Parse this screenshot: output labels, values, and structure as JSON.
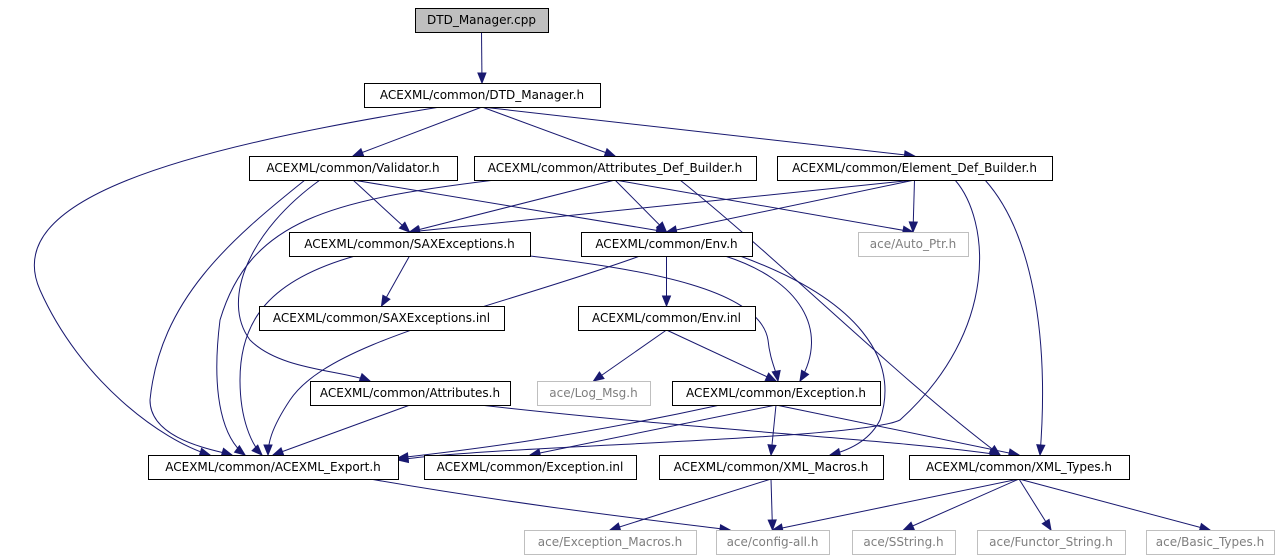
{
  "diagram": {
    "type": "include-dependency-graph",
    "nodes": [
      {
        "id": "dtd_cpp",
        "label": "DTD_Manager.cpp",
        "kind": "root"
      },
      {
        "id": "dtd_h",
        "label": "ACEXML/common/DTD_Manager.h",
        "kind": "normal"
      },
      {
        "id": "validator",
        "label": "ACEXML/common/Validator.h",
        "kind": "normal"
      },
      {
        "id": "attr_def",
        "label": "ACEXML/common/Attributes_Def_Builder.h",
        "kind": "normal"
      },
      {
        "id": "elem_def",
        "label": "ACEXML/common/Element_Def_Builder.h",
        "kind": "normal"
      },
      {
        "id": "saxexc_h",
        "label": "ACEXML/common/SAXExceptions.h",
        "kind": "normal"
      },
      {
        "id": "env_h",
        "label": "ACEXML/common/Env.h",
        "kind": "normal"
      },
      {
        "id": "autoptr",
        "label": "ace/Auto_Ptr.h",
        "kind": "external"
      },
      {
        "id": "saxexc_inl",
        "label": "ACEXML/common/SAXExceptions.inl",
        "kind": "normal"
      },
      {
        "id": "env_inl",
        "label": "ACEXML/common/Env.inl",
        "kind": "normal"
      },
      {
        "id": "attributes",
        "label": "ACEXML/common/Attributes.h",
        "kind": "normal"
      },
      {
        "id": "logmsg",
        "label": "ace/Log_Msg.h",
        "kind": "external"
      },
      {
        "id": "exc_h",
        "label": "ACEXML/common/Exception.h",
        "kind": "normal"
      },
      {
        "id": "export",
        "label": "ACEXML/common/ACEXML_Export.h",
        "kind": "normal"
      },
      {
        "id": "exc_inl",
        "label": "ACEXML/common/Exception.inl",
        "kind": "normal"
      },
      {
        "id": "xmlmacros",
        "label": "ACEXML/common/XML_Macros.h",
        "kind": "normal"
      },
      {
        "id": "xmltypes",
        "label": "ACEXML/common/XML_Types.h",
        "kind": "normal"
      },
      {
        "id": "excmacros",
        "label": "ace/Exception_Macros.h",
        "kind": "external"
      },
      {
        "id": "configall",
        "label": "ace/config-all.h",
        "kind": "external"
      },
      {
        "id": "sstring",
        "label": "ace/SString.h",
        "kind": "external"
      },
      {
        "id": "functor",
        "label": "ace/Functor_String.h",
        "kind": "external"
      },
      {
        "id": "basictypes",
        "label": "ace/Basic_Types.h",
        "kind": "external"
      }
    ],
    "edges": [
      {
        "from": "dtd_cpp",
        "to": "dtd_h"
      },
      {
        "from": "dtd_h",
        "to": "validator"
      },
      {
        "from": "dtd_h",
        "to": "attr_def"
      },
      {
        "from": "dtd_h",
        "to": "elem_def"
      },
      {
        "from": "dtd_h",
        "to": "export"
      },
      {
        "from": "validator",
        "to": "saxexc_h"
      },
      {
        "from": "validator",
        "to": "env_h"
      },
      {
        "from": "validator",
        "to": "attributes"
      },
      {
        "from": "validator",
        "to": "export"
      },
      {
        "from": "attr_def",
        "to": "saxexc_h"
      },
      {
        "from": "attr_def",
        "to": "env_h"
      },
      {
        "from": "attr_def",
        "to": "autoptr"
      },
      {
        "from": "attr_def",
        "to": "xmltypes"
      },
      {
        "from": "attr_def",
        "to": "export"
      },
      {
        "from": "elem_def",
        "to": "saxexc_h"
      },
      {
        "from": "elem_def",
        "to": "env_h"
      },
      {
        "from": "elem_def",
        "to": "autoptr"
      },
      {
        "from": "elem_def",
        "to": "xmltypes"
      },
      {
        "from": "elem_def",
        "to": "export"
      },
      {
        "from": "saxexc_h",
        "to": "saxexc_inl"
      },
      {
        "from": "saxexc_h",
        "to": "exc_h"
      },
      {
        "from": "saxexc_h",
        "to": "export"
      },
      {
        "from": "env_h",
        "to": "env_inl"
      },
      {
        "from": "env_h",
        "to": "exc_h"
      },
      {
        "from": "env_h",
        "to": "xmlmacros"
      },
      {
        "from": "env_h",
        "to": "export"
      },
      {
        "from": "env_inl",
        "to": "logmsg"
      },
      {
        "from": "env_inl",
        "to": "exc_h"
      },
      {
        "from": "attributes",
        "to": "export"
      },
      {
        "from": "attributes",
        "to": "xmltypes"
      },
      {
        "from": "exc_h",
        "to": "export"
      },
      {
        "from": "exc_h",
        "to": "exc_inl"
      },
      {
        "from": "exc_h",
        "to": "xmlmacros"
      },
      {
        "from": "exc_h",
        "to": "xmltypes"
      },
      {
        "from": "export",
        "to": "configall"
      },
      {
        "from": "xmlmacros",
        "to": "excmacros"
      },
      {
        "from": "xmlmacros",
        "to": "configall"
      },
      {
        "from": "xmltypes",
        "to": "configall"
      },
      {
        "from": "xmltypes",
        "to": "sstring"
      },
      {
        "from": "xmltypes",
        "to": "functor"
      },
      {
        "from": "xmltypes",
        "to": "basictypes"
      }
    ]
  }
}
